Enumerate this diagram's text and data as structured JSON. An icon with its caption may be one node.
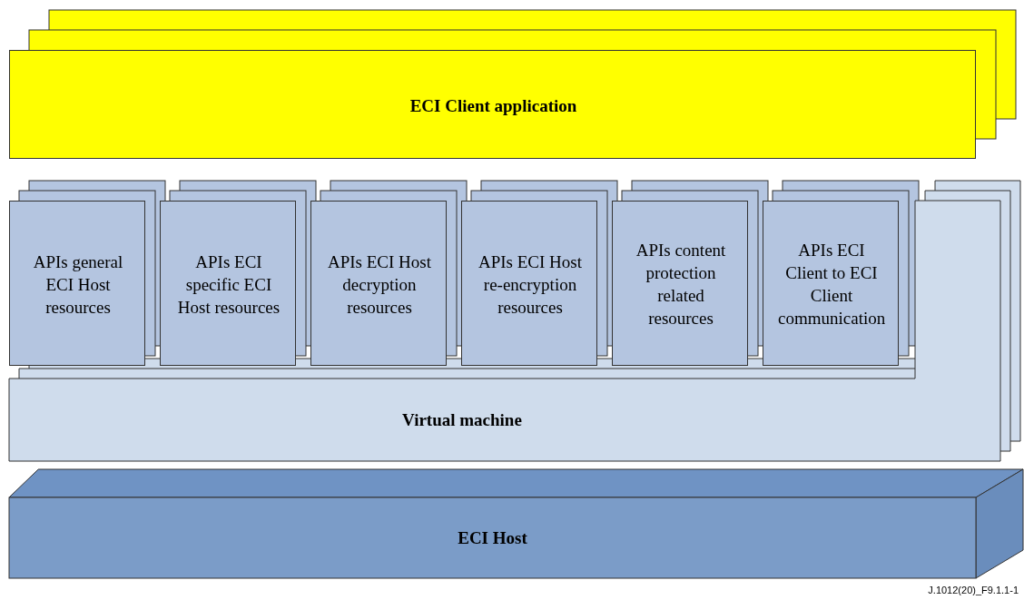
{
  "diagram": {
    "nodes": [
      {
        "text": [
          "ECI Client application"
        ]
      },
      {
        "text": [
          "APIs general ECI Host resources"
        ]
      },
      {
        "text": [
          "APIs ECI specific ECI Host resources"
        ]
      },
      {
        "text": [
          "APIs ECI Host decryption resources"
        ]
      },
      {
        "text": [
          "APIs ECI Host re-encryption resources"
        ]
      },
      {
        "text": [
          "APIs content protection related resources"
        ]
      },
      {
        "text": [
          "APIs ECI Client to ECI Client communication"
        ]
      },
      {
        "text": [
          "Virtual machine"
        ]
      },
      {
        "text": [
          "ECI Host"
        ]
      }
    ],
    "labels": [
      "J.1012(20)_F9.1.1-1"
    ]
  }
}
